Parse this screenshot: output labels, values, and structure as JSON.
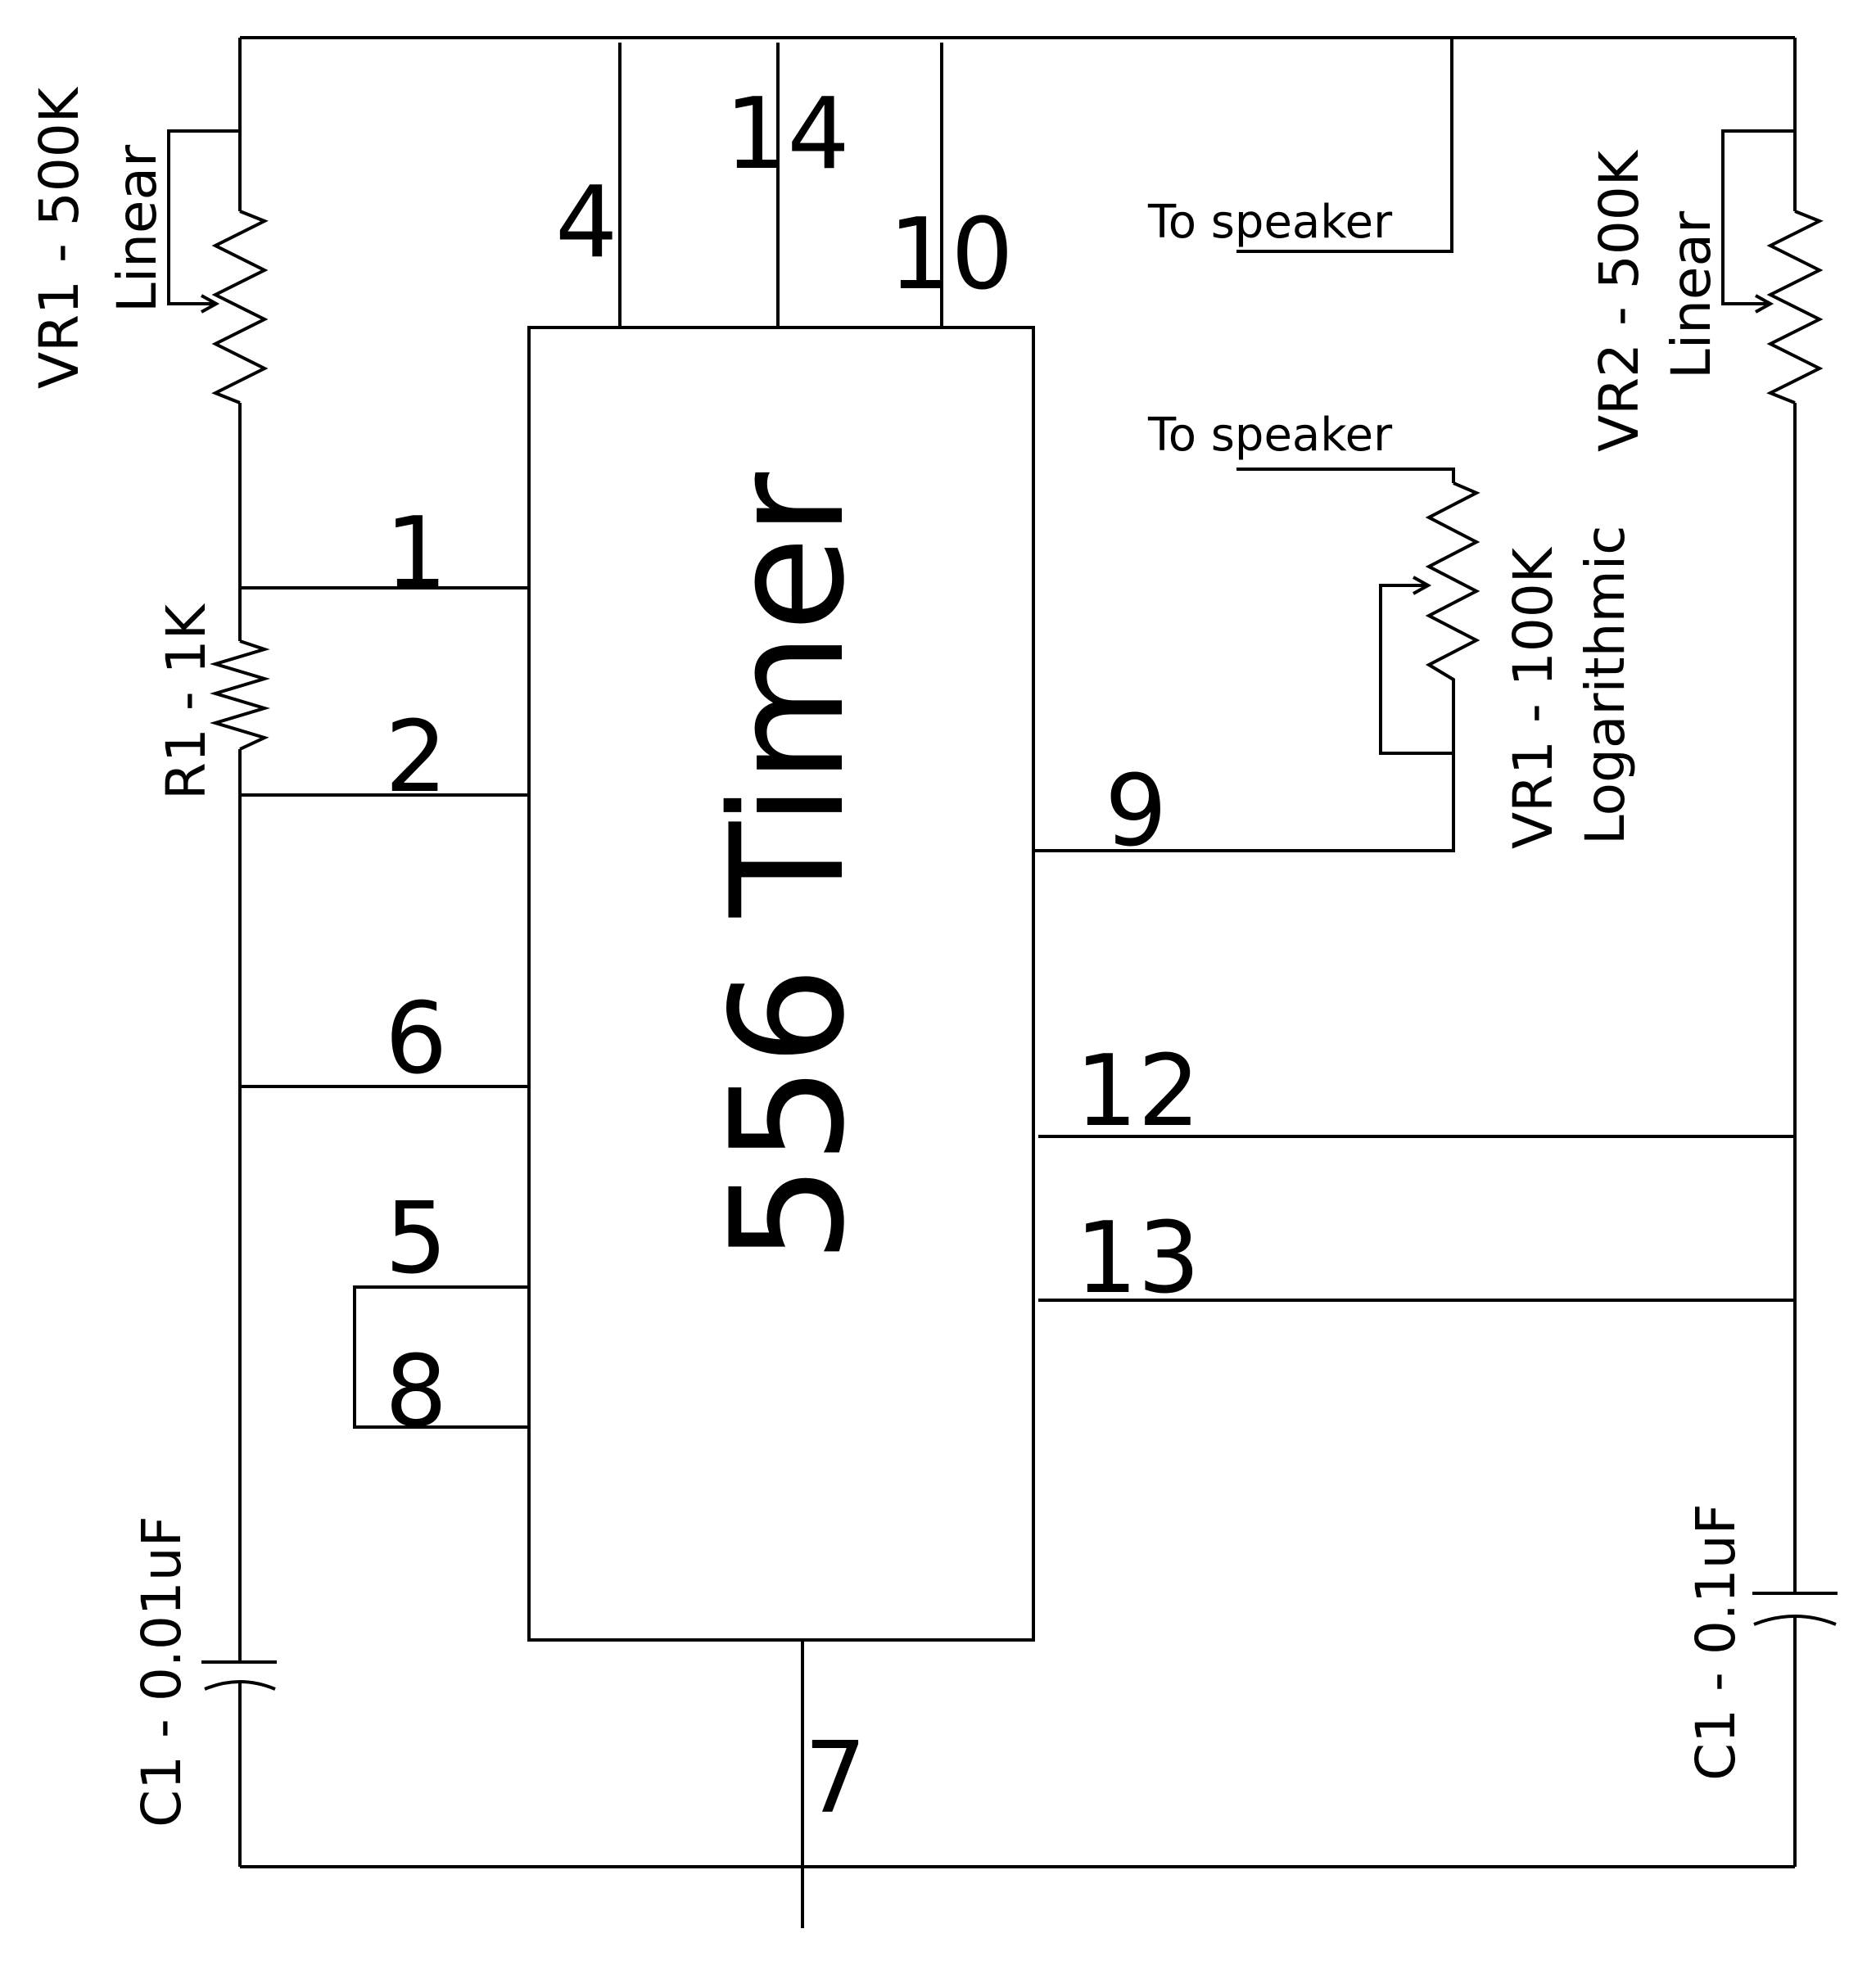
{
  "chip": {
    "label": "556 Timer"
  },
  "pins": {
    "p1": "1",
    "p2": "2",
    "p4": "4",
    "p5": "5",
    "p6": "6",
    "p7": "7",
    "p8": "8",
    "p9": "9",
    "p10": "10",
    "p12": "12",
    "p13": "13",
    "p14": "14"
  },
  "components": {
    "vr1_500k": {
      "name": "VR1 - 500K",
      "taper": "Linear"
    },
    "vr2_500k": {
      "name": "VR2 - 500K",
      "taper": "Linear"
    },
    "vr1_100k": {
      "name": "VR1 - 100K",
      "taper": "Logarithmic"
    },
    "r1": {
      "name": "R1 - 1K"
    },
    "c1_left": {
      "name": "C1 - 0.01uF"
    },
    "c1_right": {
      "name": "C1 - 0.1uF"
    }
  },
  "outputs": {
    "speaker_a": "To speaker",
    "speaker_b": "To speaker"
  }
}
